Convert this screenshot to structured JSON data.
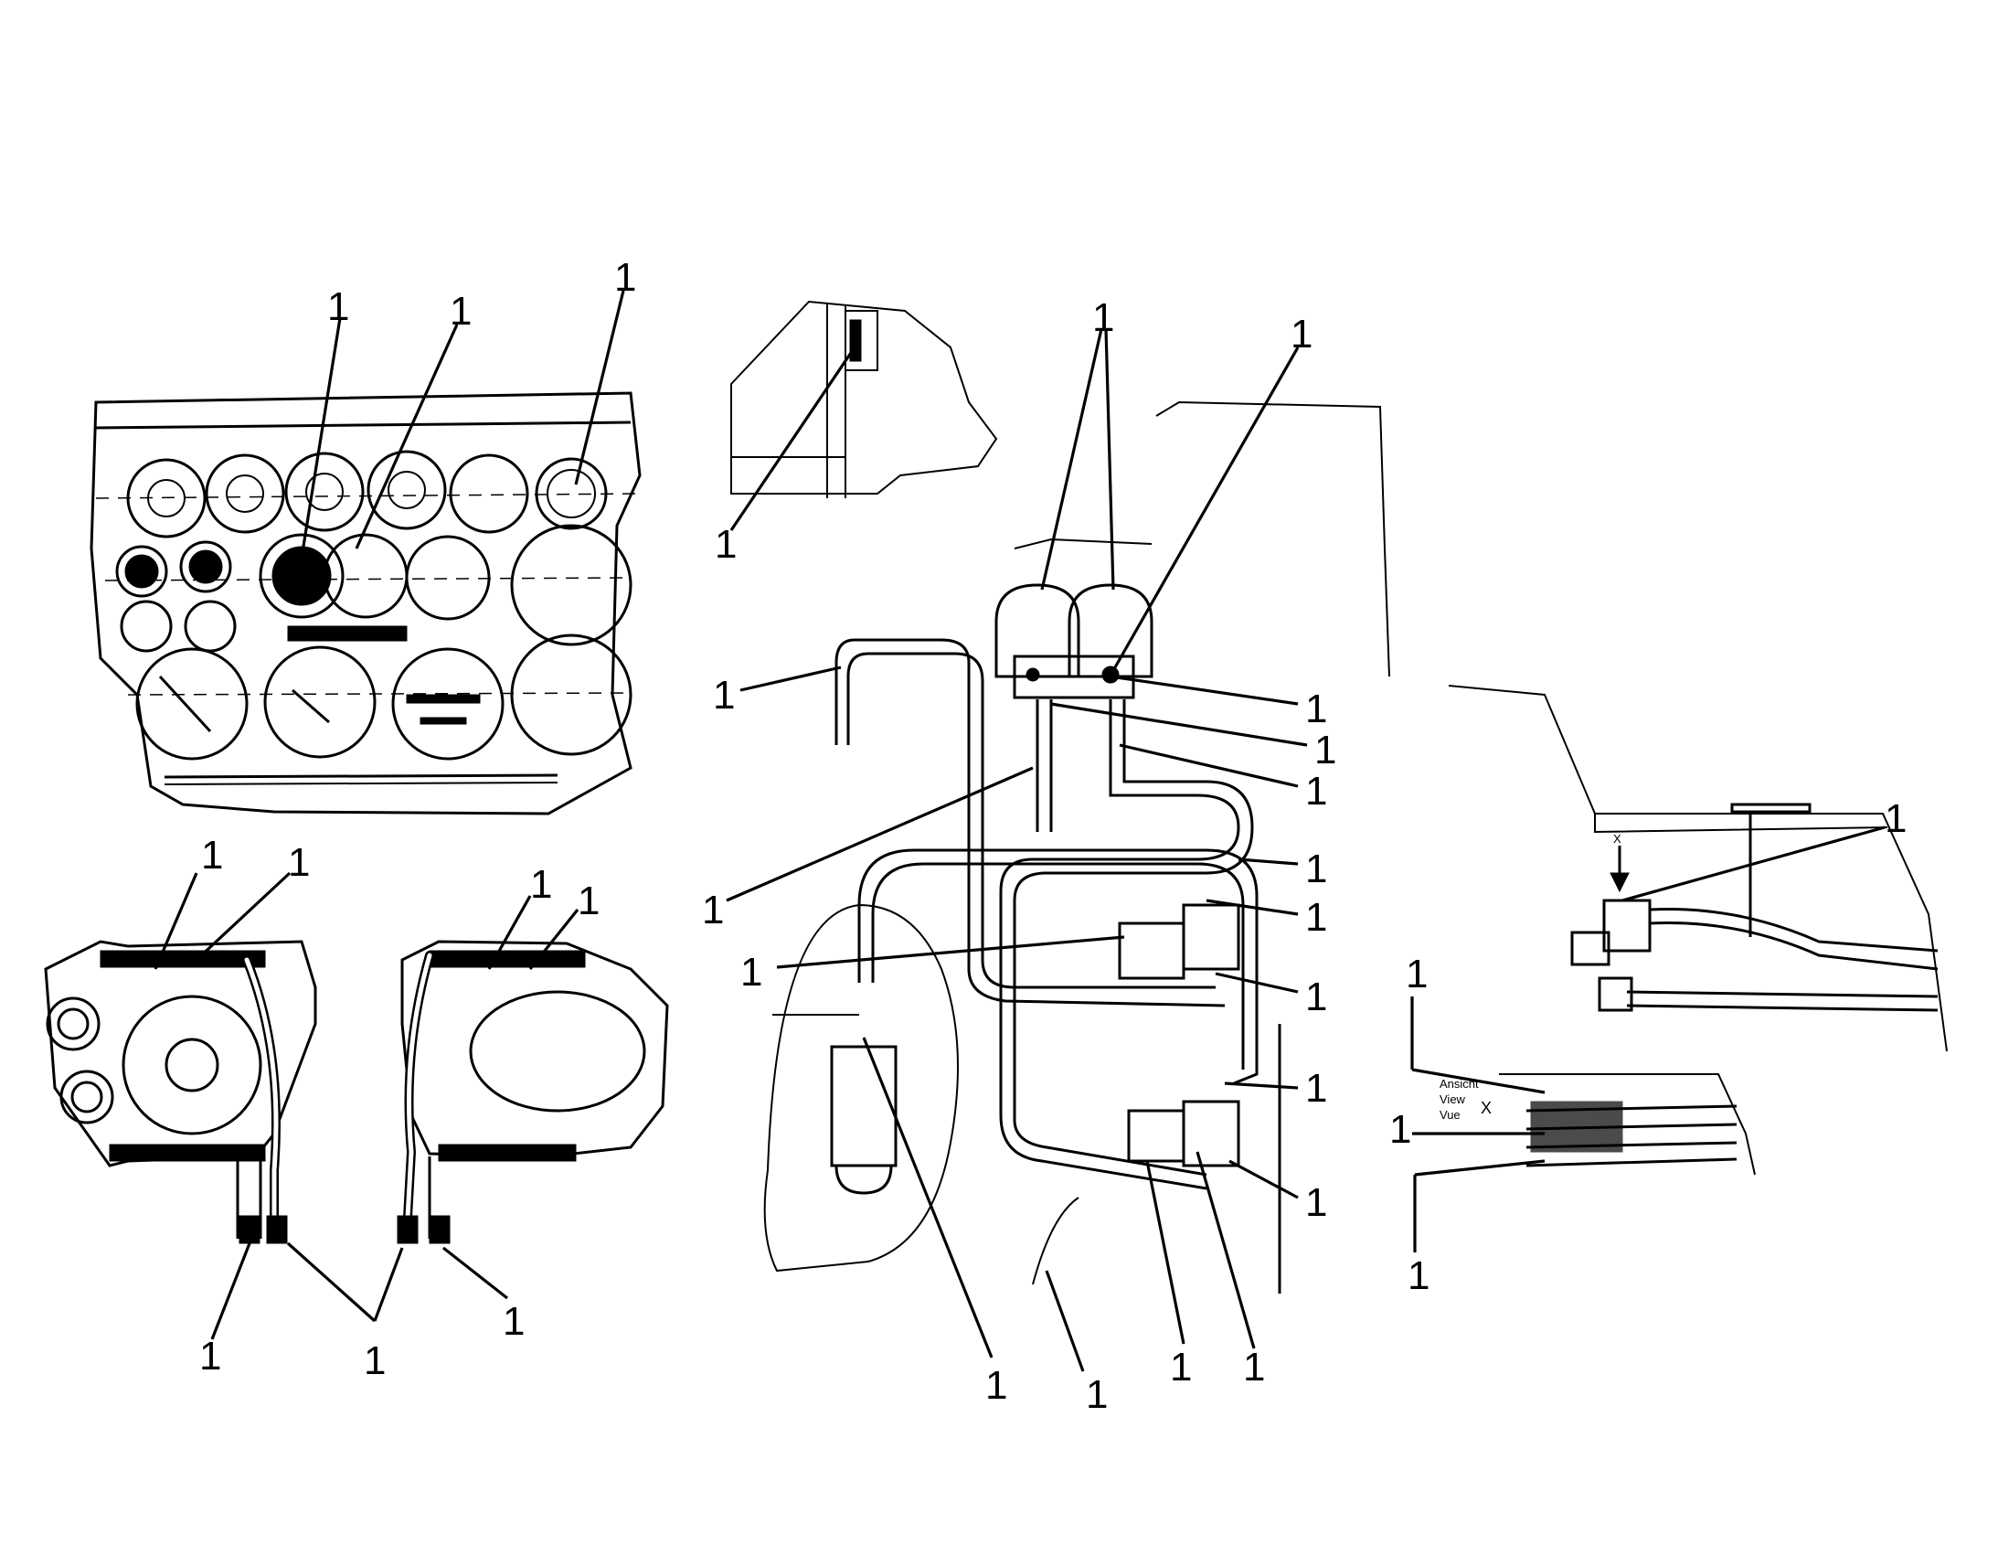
{
  "callout_label": "1",
  "view_label": {
    "line1": "Ansicht",
    "line2": "View",
    "line3": "Vue",
    "letter": "X"
  },
  "arrow_letter": "X"
}
